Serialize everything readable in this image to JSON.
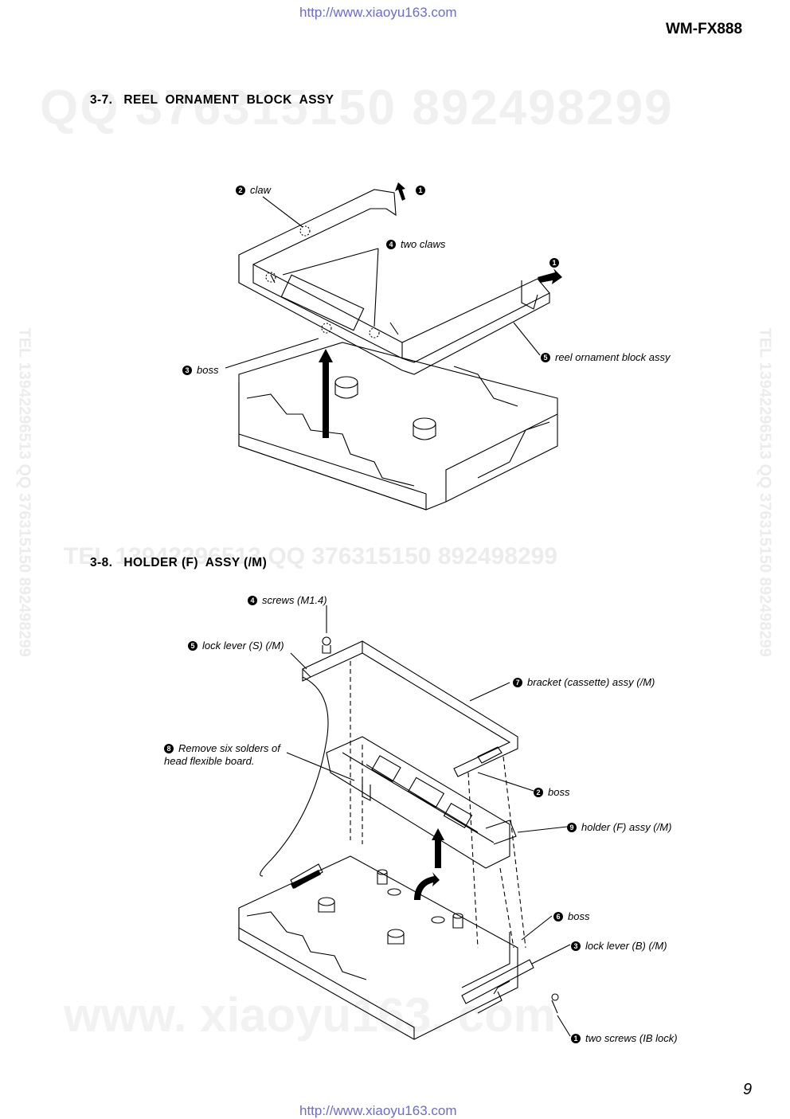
{
  "header": {
    "url_top": "http://www.xiaoyu163.com",
    "model": "WM-FX888"
  },
  "watermarks": {
    "qq_top": "QQ 376315150    892498299",
    "tel_left": "TEL 13942296513  QQ 376315150  892498299",
    "tel_right": "TEL 13942296513  QQ 376315150  892498299",
    "mid_line": "TEL 13942296513    QQ 376315150  892498299",
    "bottom_www": "www. xiaoyu163. com"
  },
  "section_37": {
    "heading": "3-7.   REEL  ORNAMENT  BLOCK  ASSY",
    "labels": [
      {
        "num": "2",
        "text": "claw"
      },
      {
        "num": "1",
        "text": ""
      },
      {
        "num": "4",
        "text": "two claws"
      },
      {
        "num": "1",
        "text": ""
      },
      {
        "num": "5",
        "text": "reel ornament block assy"
      },
      {
        "num": "3",
        "text": "boss"
      }
    ]
  },
  "section_38": {
    "heading": "3-8.   HOLDER (F)  ASSY (/M)",
    "labels": [
      {
        "num": "4",
        "text": "screws (M1.4)"
      },
      {
        "num": "5",
        "text": "lock lever (S) (/M)"
      },
      {
        "num": "7",
        "text": "bracket (cassette) assy (/M)"
      },
      {
        "num": "8",
        "text": "Remove six solders of head flexible board."
      },
      {
        "num": "2",
        "text": "boss"
      },
      {
        "num": "9",
        "text": "holder (F) assy (/M)"
      },
      {
        "num": "6",
        "text": "boss"
      },
      {
        "num": "3",
        "text": "lock lever (B) (/M)"
      },
      {
        "num": "1",
        "text": "two screws (IB lock)"
      }
    ]
  },
  "footer": {
    "page_number": "9",
    "url_bottom": "http://www.xiaoyu163.com"
  }
}
